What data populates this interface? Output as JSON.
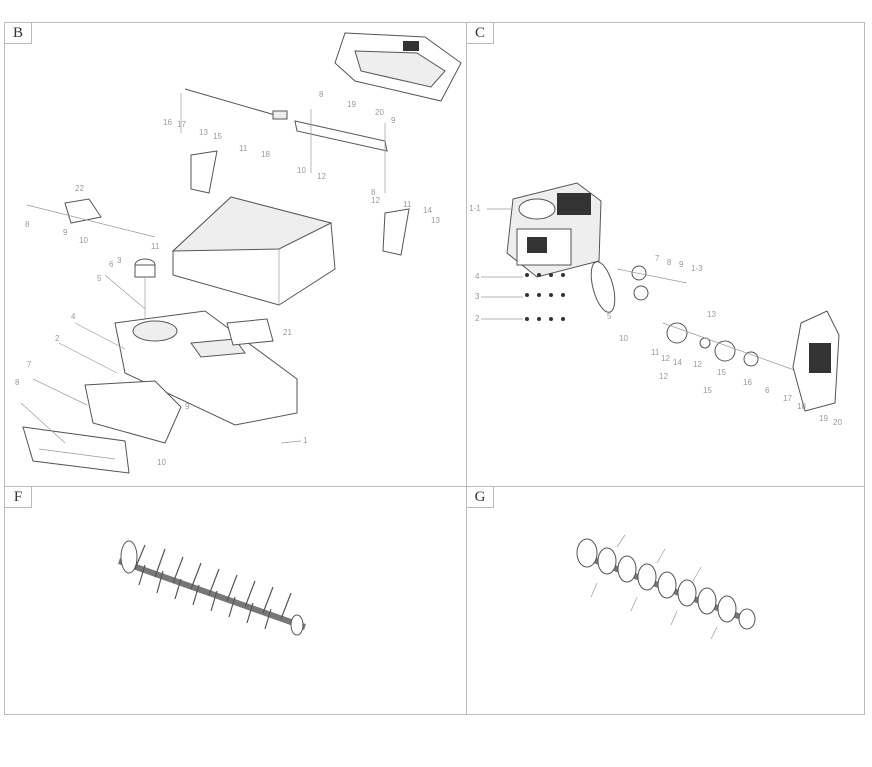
{
  "panels": [
    {
      "label": "B",
      "callouts": [
        "16",
        "17",
        "18",
        "8",
        "19",
        "20",
        "9",
        "10",
        "8",
        "13",
        "15",
        "11",
        "12",
        "12",
        "11",
        "14",
        "13",
        "22",
        "8",
        "9",
        "10",
        "11",
        "5",
        "6",
        "3",
        "21",
        "4",
        "2",
        "7",
        "8",
        "9",
        "10",
        "1"
      ]
    },
    {
      "label": "C",
      "callouts": [
        "1-1",
        "4",
        "3",
        "2",
        "7",
        "8",
        "9",
        "1-3",
        "5",
        "10",
        "13",
        "11",
        "12",
        "14",
        "12",
        "15",
        "16",
        "17",
        "6",
        "19",
        "20",
        "18",
        "12",
        "15"
      ]
    },
    {
      "label": "F",
      "callouts": []
    },
    {
      "label": "G",
      "callouts": []
    }
  ]
}
